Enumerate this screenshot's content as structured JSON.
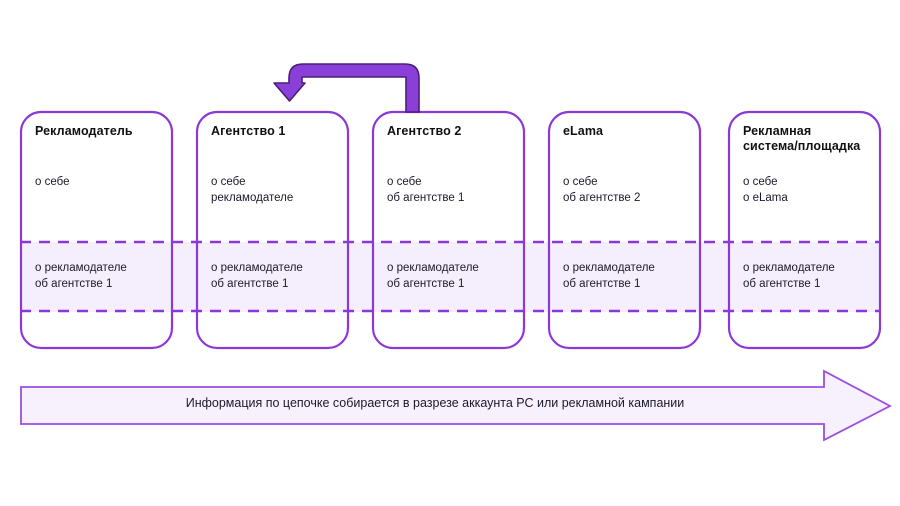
{
  "theme": {
    "card_border": "#8B38D9",
    "band_fill": "#F5EEFD",
    "arrow_fill": "#8B3FD9",
    "arrow_stroke": "#4B1E78",
    "banner_fill": "#F7F1FE",
    "banner_stroke": "#9B4DE0",
    "text": "#1a1a2b",
    "background": "#FFFFFF"
  },
  "diagram": {
    "title_role": "data-flow-chain",
    "shared_band_label": "shared-information-band",
    "cards": [
      {
        "id": "advertiser",
        "title": "Рекламодатель",
        "own_info": "о себе",
        "shared_info": "о рекламодателе\nоб агентстве 1"
      },
      {
        "id": "agency-1",
        "title": "Агентство 1",
        "own_info": "о себе\nрекламодателе",
        "shared_info": "о рекламодателе\nоб агентстве 1"
      },
      {
        "id": "agency-2",
        "title": "Агентство 2",
        "own_info": "о себе\nоб агентстве 1",
        "shared_info": "о рекламодателе\nоб агентстве 1"
      },
      {
        "id": "elama",
        "title": "eLama",
        "own_info": "о себе\nоб агентстве 2",
        "shared_info": "о рекламодателе\nоб агентстве 1"
      },
      {
        "id": "ad-system",
        "title": "Рекламная\nсистема/площадка",
        "own_info": "о себе\nо eLama",
        "shared_info": "о рекламодателе\nоб агентстве 1"
      }
    ],
    "feedback_arrow": {
      "name": "agency2-to-agency1-arrow",
      "direction": "right-to-left-loop"
    },
    "banner": {
      "text": "Информация по цепочке собирается в разрезе аккаунта РС или рекламной кампании",
      "direction": "right"
    }
  }
}
